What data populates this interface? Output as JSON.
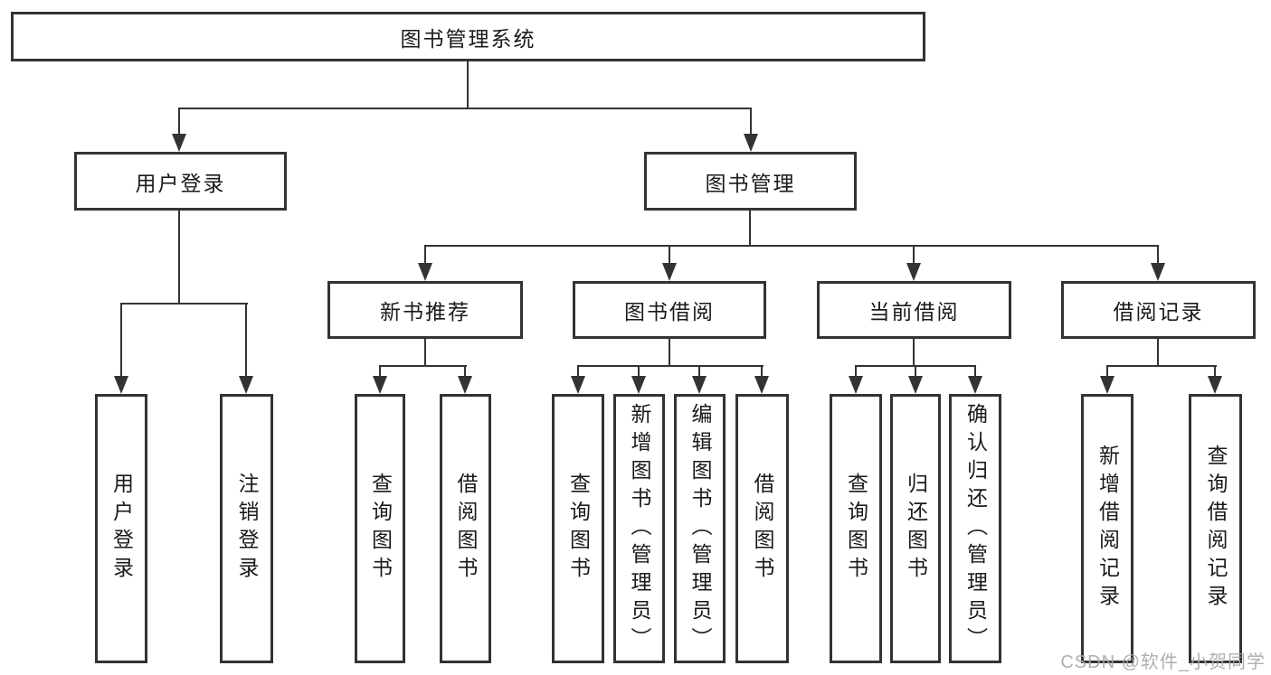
{
  "tree": {
    "label": "图书管理系统",
    "children": [
      {
        "label": "用户登录",
        "children": [
          {
            "label": "用户登录"
          },
          {
            "label": "注销登录"
          }
        ]
      },
      {
        "label": "图书管理",
        "children": [
          {
            "label": "新书推荐",
            "children": [
              {
                "label": "查询图书"
              },
              {
                "label": "借阅图书"
              }
            ]
          },
          {
            "label": "图书借阅",
            "children": [
              {
                "label": "查询图书"
              },
              {
                "label": "新增图书（管理员）"
              },
              {
                "label": "编辑图书（管理员）"
              },
              {
                "label": "借阅图书"
              }
            ]
          },
          {
            "label": "当前借阅",
            "children": [
              {
                "label": "查询图书"
              },
              {
                "label": "归还图书"
              },
              {
                "label": "确认归还（管理员）"
              }
            ]
          },
          {
            "label": "借阅记录",
            "children": [
              {
                "label": "新增借阅记录"
              },
              {
                "label": "查询借阅记录"
              }
            ]
          }
        ]
      }
    ]
  },
  "watermark": "CSDN @软件_小贺同学",
  "colors": {
    "line": "#333333",
    "text": "#1a1a1a",
    "background": "#ffffff",
    "watermark": "#a8a8a8"
  }
}
